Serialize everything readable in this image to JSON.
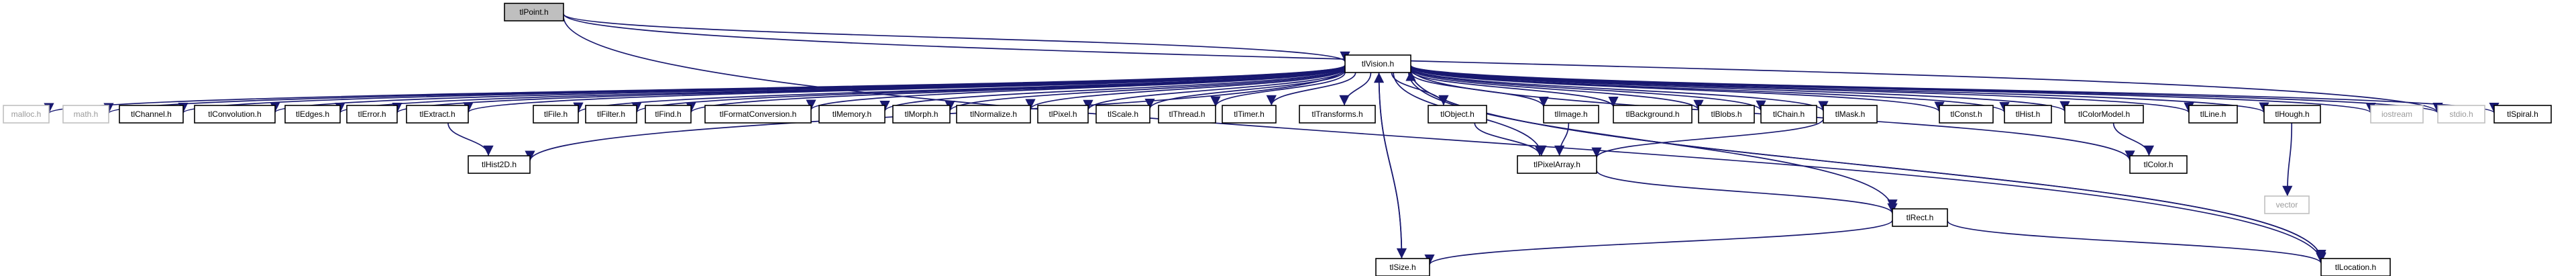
{
  "colors": {
    "edge": "#191970",
    "node_border": "#000000",
    "node_fill": "#ffffff",
    "root_fill": "#bfbfbf",
    "external_border": "#bfbfbf",
    "external_text": "#9a9a9a"
  },
  "nodes": [
    {
      "id": "tlPoint",
      "label": "tlPoint.h",
      "kind": "root"
    },
    {
      "id": "tlVision",
      "label": "tlVision.h",
      "kind": "header"
    },
    {
      "id": "malloc",
      "label": "malloc.h",
      "kind": "external"
    },
    {
      "id": "math",
      "label": "math.h",
      "kind": "external"
    },
    {
      "id": "tlChannel",
      "label": "tlChannel.h",
      "kind": "header"
    },
    {
      "id": "tlConvolution",
      "label": "tlConvolution.h",
      "kind": "header"
    },
    {
      "id": "tlEdges",
      "label": "tlEdges.h",
      "kind": "header"
    },
    {
      "id": "tlError",
      "label": "tlError.h",
      "kind": "header"
    },
    {
      "id": "tlExtract",
      "label": "tlExtract.h",
      "kind": "header"
    },
    {
      "id": "tlFile",
      "label": "tlFile.h",
      "kind": "header"
    },
    {
      "id": "tlFilter",
      "label": "tlFilter.h",
      "kind": "header"
    },
    {
      "id": "tlFind",
      "label": "tlFind.h",
      "kind": "header"
    },
    {
      "id": "tlFormatConversion",
      "label": "tlFormatConversion.h",
      "kind": "header"
    },
    {
      "id": "tlMemory",
      "label": "tlMemory.h",
      "kind": "header"
    },
    {
      "id": "tlMorph",
      "label": "tlMorph.h",
      "kind": "header"
    },
    {
      "id": "tlNormalize",
      "label": "tlNormalize.h",
      "kind": "header"
    },
    {
      "id": "tlPixel",
      "label": "tlPixel.h",
      "kind": "header"
    },
    {
      "id": "tlScale",
      "label": "tlScale.h",
      "kind": "header"
    },
    {
      "id": "tlThread",
      "label": "tlThread.h",
      "kind": "header"
    },
    {
      "id": "tlTimer",
      "label": "tlTimer.h",
      "kind": "header"
    },
    {
      "id": "tlTransforms",
      "label": "tlTransforms.h",
      "kind": "header"
    },
    {
      "id": "tlObject",
      "label": "tlObject.h",
      "kind": "header"
    },
    {
      "id": "tlImage",
      "label": "tlImage.h",
      "kind": "header"
    },
    {
      "id": "tlBackground",
      "label": "tlBackground.h",
      "kind": "header"
    },
    {
      "id": "tlBlobs",
      "label": "tlBlobs.h",
      "kind": "header"
    },
    {
      "id": "tlChain",
      "label": "tlChain.h",
      "kind": "header"
    },
    {
      "id": "tlMask",
      "label": "tlMask.h",
      "kind": "header"
    },
    {
      "id": "tlConst",
      "label": "tlConst.h",
      "kind": "header"
    },
    {
      "id": "tlHist",
      "label": "tlHist.h",
      "kind": "header"
    },
    {
      "id": "tlColorModel",
      "label": "tlColorModel.h",
      "kind": "header"
    },
    {
      "id": "tlLine",
      "label": "tlLine.h",
      "kind": "header"
    },
    {
      "id": "tlHough",
      "label": "tlHough.h",
      "kind": "header"
    },
    {
      "id": "iostream",
      "label": "iostream",
      "kind": "external"
    },
    {
      "id": "stdio",
      "label": "stdio.h",
      "kind": "external"
    },
    {
      "id": "tlSpiral",
      "label": "tlSpiral.h",
      "kind": "header"
    },
    {
      "id": "tlHist2D",
      "label": "tlHist2D.h",
      "kind": "header"
    },
    {
      "id": "tlPixelArray",
      "label": "tlPixelArray.h",
      "kind": "header"
    },
    {
      "id": "tlColor",
      "label": "tlColor.h",
      "kind": "header"
    },
    {
      "id": "vector",
      "label": "vector",
      "kind": "external"
    },
    {
      "id": "tlRect",
      "label": "tlRect.h",
      "kind": "header"
    },
    {
      "id": "tlSize",
      "label": "tlSize.h",
      "kind": "header"
    },
    {
      "id": "tlLocation",
      "label": "tlLocation.h",
      "kind": "header"
    }
  ],
  "edges": [
    [
      "tlPoint",
      "tlVision"
    ],
    [
      "tlPoint",
      "stdio"
    ],
    [
      "tlPoint",
      "tlLocation"
    ],
    [
      "tlVision",
      "malloc"
    ],
    [
      "tlVision",
      "math"
    ],
    [
      "tlVision",
      "tlChannel"
    ],
    [
      "tlVision",
      "tlConvolution"
    ],
    [
      "tlVision",
      "tlEdges"
    ],
    [
      "tlVision",
      "tlError"
    ],
    [
      "tlVision",
      "tlExtract"
    ],
    [
      "tlVision",
      "tlFile"
    ],
    [
      "tlVision",
      "tlFilter"
    ],
    [
      "tlVision",
      "tlFind"
    ],
    [
      "tlVision",
      "tlFormatConversion"
    ],
    [
      "tlVision",
      "tlMemory"
    ],
    [
      "tlVision",
      "tlMorph"
    ],
    [
      "tlVision",
      "tlNormalize"
    ],
    [
      "tlVision",
      "tlPixel"
    ],
    [
      "tlVision",
      "tlScale"
    ],
    [
      "tlVision",
      "tlThread"
    ],
    [
      "tlVision",
      "tlTimer"
    ],
    [
      "tlVision",
      "tlTransforms"
    ],
    [
      "tlVision",
      "tlObject"
    ],
    [
      "tlVision",
      "tlImage"
    ],
    [
      "tlVision",
      "tlBackground"
    ],
    [
      "tlVision",
      "tlBlobs"
    ],
    [
      "tlVision",
      "tlChain"
    ],
    [
      "tlVision",
      "tlMask"
    ],
    [
      "tlVision",
      "tlConst"
    ],
    [
      "tlVision",
      "tlHist"
    ],
    [
      "tlVision",
      "tlColorModel"
    ],
    [
      "tlVision",
      "tlLine"
    ],
    [
      "tlVision",
      "tlHough"
    ],
    [
      "tlVision",
      "iostream"
    ],
    [
      "tlVision",
      "stdio"
    ],
    [
      "tlVision",
      "tlSpiral"
    ],
    [
      "tlVision",
      "tlHist2D"
    ],
    [
      "tlVision",
      "tlPixelArray"
    ],
    [
      "tlVision",
      "tlColor"
    ],
    [
      "tlVision",
      "tlRect"
    ],
    [
      "tlVision",
      "tlSize"
    ],
    [
      "tlVision",
      "tlLocation"
    ],
    [
      "tlExtract",
      "tlHist2D"
    ],
    [
      "tlObject",
      "tlPixelArray"
    ],
    [
      "tlImage",
      "tlPixelArray"
    ],
    [
      "tlMask",
      "tlPixelArray"
    ],
    [
      "tlColorModel",
      "tlColor"
    ],
    [
      "tlHough",
      "vector"
    ],
    [
      "tlPixelArray",
      "tlRect"
    ],
    [
      "tlRect",
      "tlSize"
    ],
    [
      "tlRect",
      "tlLocation"
    ],
    [
      "tlSize",
      "tlVision"
    ],
    [
      "tlLocation",
      "tlVision"
    ]
  ]
}
